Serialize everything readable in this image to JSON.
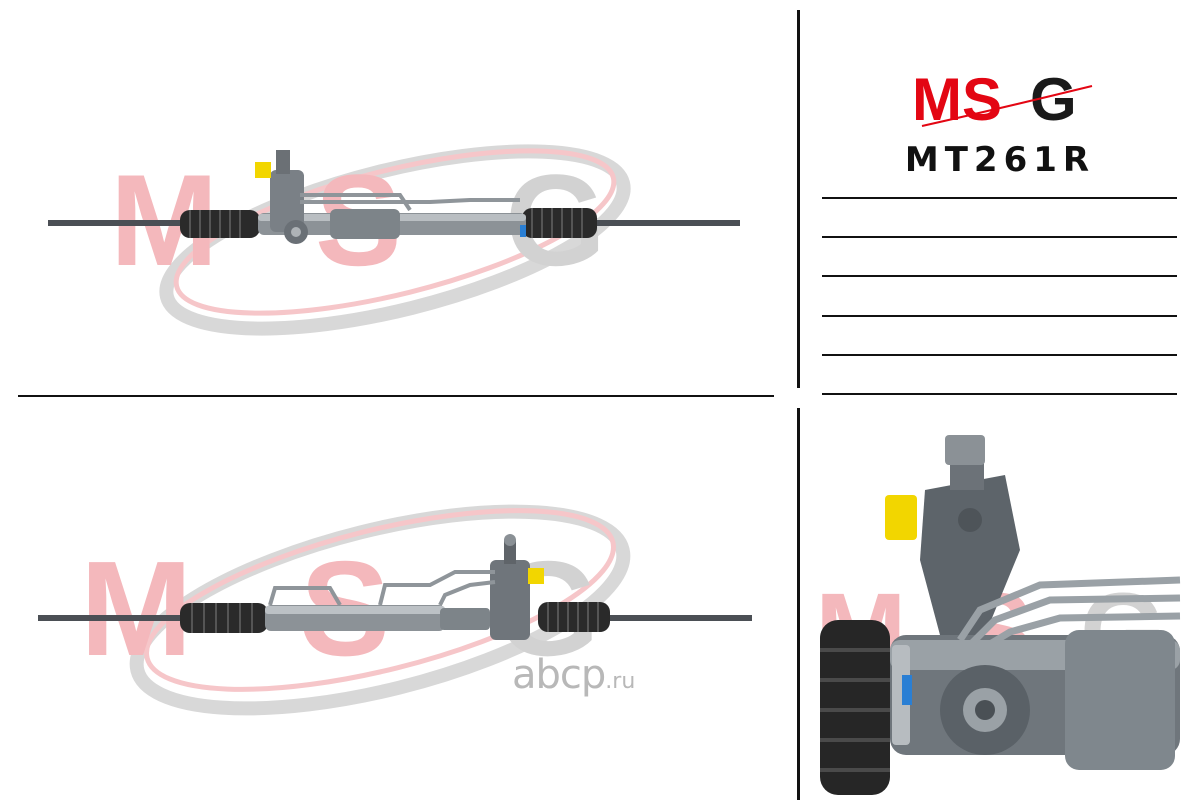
{
  "brand": {
    "logo_text": "MSG",
    "colors": {
      "logo_red": "#e30613",
      "logo_black": "#1a1a1a",
      "watermark_red": "#f3b2b6",
      "watermark_grey": "#cfcfcf"
    }
  },
  "product": {
    "part_number": "MT261R"
  },
  "watermark": {
    "site_name": "abcp",
    "site_tld": ".ru",
    "brand_text": "MSG"
  }
}
